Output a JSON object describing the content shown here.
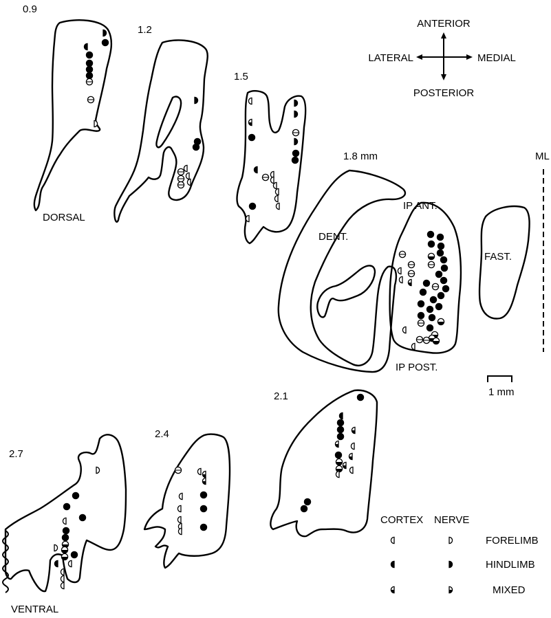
{
  "section_labels": {
    "s09": "0.9",
    "s12": "1.2",
    "s15": "1.5",
    "s18": "1.8 mm",
    "s21": "2.1",
    "s24": "2.4",
    "s27": "2.7"
  },
  "level_labels": {
    "dorsal": "DORSAL",
    "ventral": "VENTRAL"
  },
  "orientation": {
    "anterior": "ANTERIOR",
    "posterior": "POSTERIOR",
    "lateral": "LATERAL",
    "medial": "MEDIAL"
  },
  "nuclei": {
    "dent": "DENT.",
    "ip_ant": "IP ANT.",
    "ip_post": "IP POST.",
    "fast": "FAST."
  },
  "midline_label": "ML",
  "scale_bar_label": "1 mm",
  "legend": {
    "header_cortex": "CORTEX",
    "header_nerve": "NERVE",
    "rows": [
      {
        "label": "FORELIMB",
        "fill": "none"
      },
      {
        "label": "HINDLIMB",
        "fill": "solid"
      },
      {
        "label": "MIXED",
        "fill": "half"
      }
    ]
  }
}
